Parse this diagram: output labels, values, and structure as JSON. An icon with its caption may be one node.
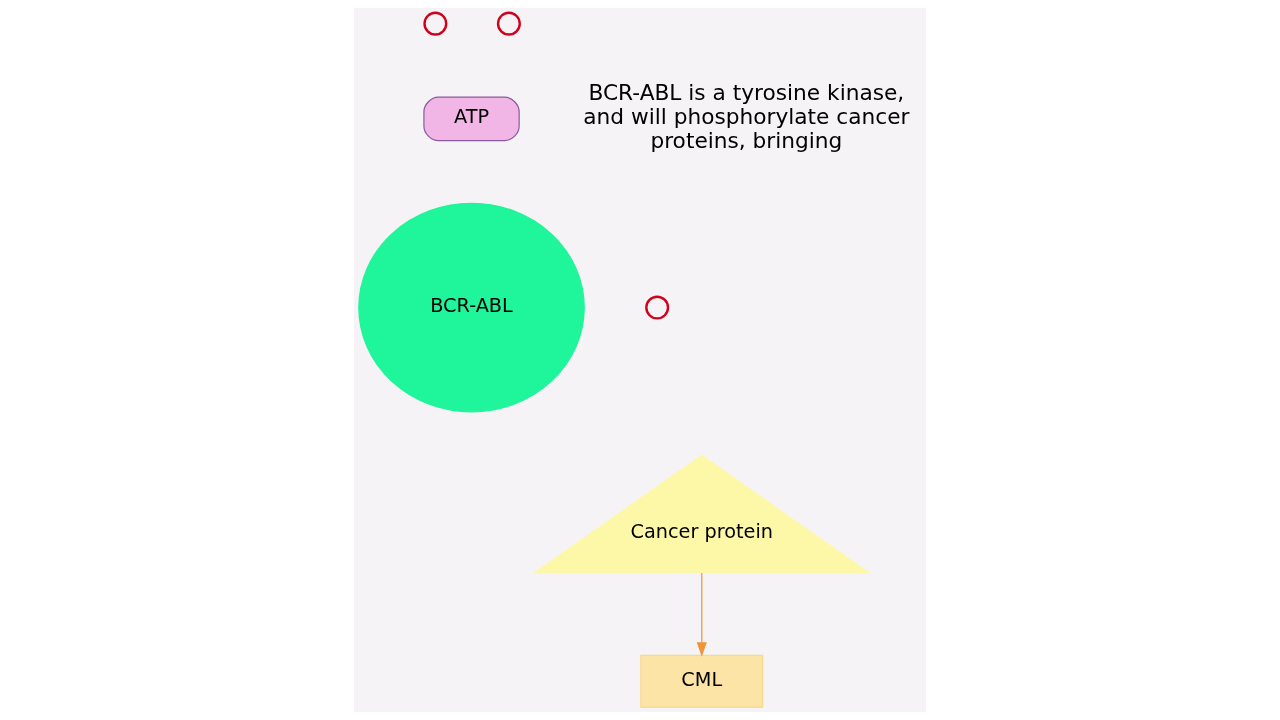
{
  "diagram": {
    "nodes": [
      {
        "text": [],
        "shape": "pin"
      },
      {
        "text": [],
        "shape": "pin"
      },
      {
        "text": [
          "ATP"
        ]
      },
      {
        "text": [
          "BCR-ABL"
        ]
      },
      {
        "text": [],
        "shape": "pin"
      },
      {
        "text": [
          "Cancer protein"
        ]
      },
      {
        "text": [
          "CML"
        ]
      }
    ],
    "edges": [
      {
        "from": 5,
        "to": 6,
        "arrow": "to",
        "color": "#f0943a"
      }
    ],
    "labels": [
      "BCR-ABL is a tyrosine kinase, and will phosphorylate cancer proteins, bringing"
    ]
  }
}
